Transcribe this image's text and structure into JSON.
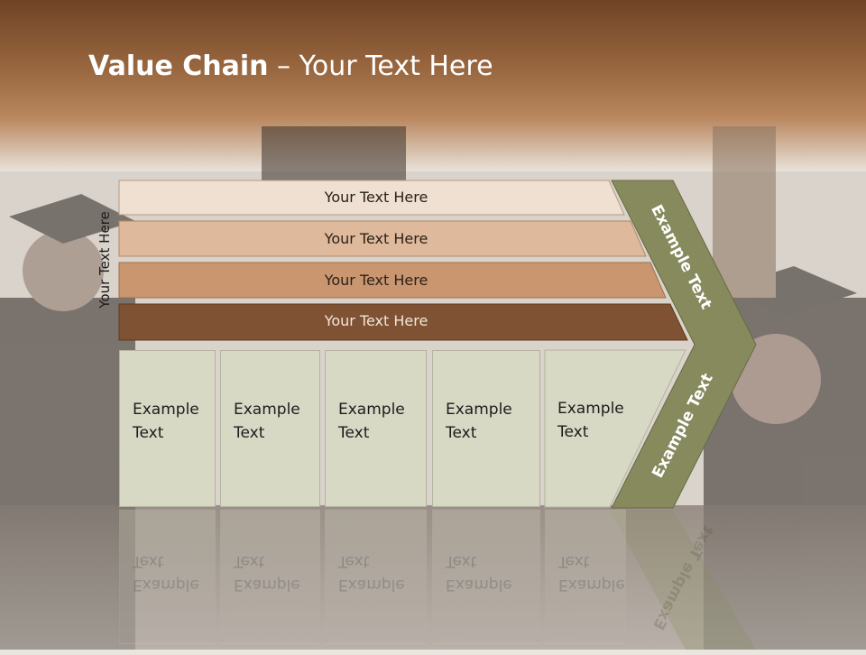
{
  "slide": {
    "title_bold": "Value Chain",
    "title_rest": " – Your Text Here",
    "vertical_label": "Your Text Here"
  },
  "bars": [
    {
      "label": "Your Text Here",
      "color": "#efe0d2"
    },
    {
      "label": "Your Text Here",
      "color": "#dfb99b"
    },
    {
      "label": "Your Text Here",
      "color": "#c99670"
    },
    {
      "label": "Your Text Here",
      "color": "#7e5232"
    }
  ],
  "cells": [
    {
      "line1": "Example",
      "line2": "Text"
    },
    {
      "line1": "Example",
      "line2": "Text"
    },
    {
      "line1": "Example",
      "line2": "Text"
    },
    {
      "line1": "Example",
      "line2": "Text"
    },
    {
      "line1": "Example",
      "line2": "Text"
    }
  ],
  "chevron": {
    "upper_label": "Example Text",
    "lower_label": "Example Text",
    "color": "#878a5d"
  },
  "colors": {
    "header_brown": "#7a4a2a",
    "cell_fill": "#d8d9c5"
  }
}
